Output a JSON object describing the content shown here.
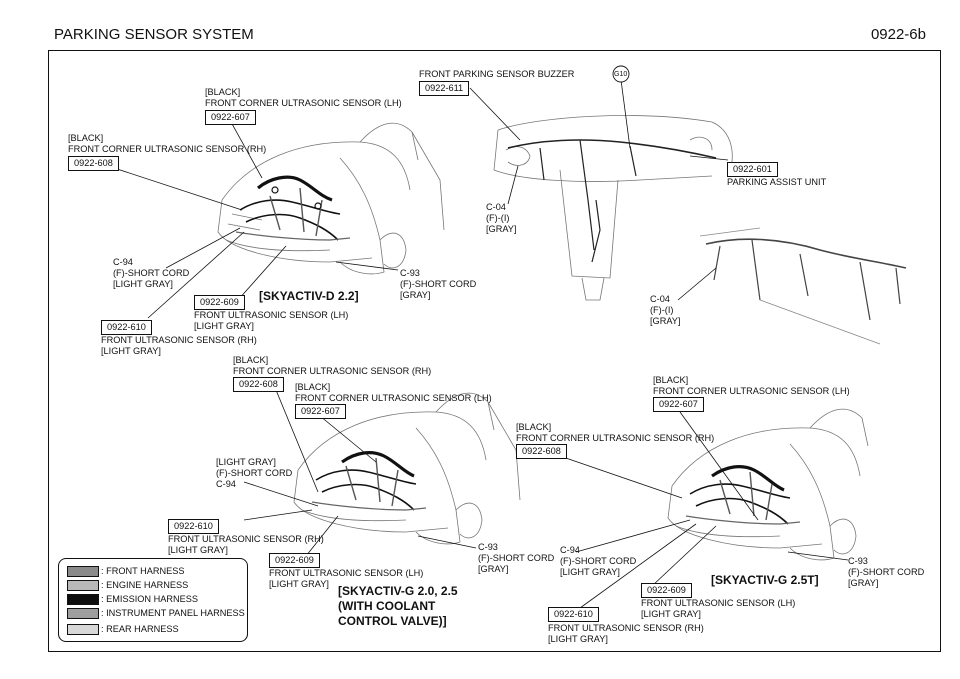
{
  "header": {
    "title": "PARKING SENSOR SYSTEM",
    "page_number": "0922-6b"
  },
  "callouts": {
    "a_607": {
      "lines": [
        "[BLACK]",
        "FRONT CORNER ULTRASONIC SENSOR (LH)"
      ],
      "code": "0922-607"
    },
    "a_608": {
      "lines": [
        "[BLACK]",
        "FRONT CORNER ULTRASONIC SENSOR (RH)"
      ],
      "code": "0922-608"
    },
    "a_c94": {
      "lines": [
        "C-94",
        "(F)-SHORT CORD",
        "[LIGHT GRAY]"
      ]
    },
    "a_609": {
      "code": "0922-609",
      "lines": [
        "FRONT ULTRASONIC SENSOR (LH)",
        "[LIGHT GRAY]"
      ]
    },
    "a_610": {
      "code": "0922-610",
      "lines": [
        "FRONT ULTRASONIC SENSOR (RH)",
        "[LIGHT GRAY]"
      ]
    },
    "a_c93": {
      "lines": [
        "C-93",
        "(F)-SHORT CORD",
        "[GRAY]"
      ]
    },
    "b_611": {
      "lines": [
        "FRONT PARKING SENSOR BUZZER"
      ],
      "code": "0922-611"
    },
    "b_g10": {
      "label": "G10"
    },
    "b_601": {
      "code": "0922-601",
      "lines": [
        "PARKING ASSIST UNIT"
      ]
    },
    "b_c04a": {
      "lines": [
        "C-04",
        "(F)-(I)",
        "[GRAY]"
      ]
    },
    "b_c04b": {
      "lines": [
        "C-04",
        "(F)-(I)",
        "[GRAY]"
      ]
    },
    "c_608": {
      "lines": [
        "[BLACK]",
        "FRONT CORNER ULTRASONIC SENSOR (RH)"
      ],
      "code": "0922-608"
    },
    "c_607": {
      "lines": [
        "[BLACK]",
        "FRONT CORNER ULTRASONIC SENSOR (LH)"
      ],
      "code": "0922-607"
    },
    "c_c94": {
      "lines": [
        "[LIGHT GRAY]",
        "(F)-SHORT CORD",
        "C-94"
      ]
    },
    "c_610": {
      "code": "0922-610",
      "lines": [
        "FRONT ULTRASONIC SENSOR (RH)",
        "[LIGHT GRAY]"
      ]
    },
    "c_609": {
      "code": "0922-609",
      "lines": [
        "FRONT ULTRASONIC SENSOR (LH)",
        "[LIGHT GRAY]"
      ]
    },
    "c_c93": {
      "lines": [
        "C-93",
        "(F)-SHORT CORD",
        "[GRAY]"
      ]
    },
    "d_607": {
      "lines": [
        "[BLACK]",
        "FRONT CORNER ULTRASONIC SENSOR (LH)"
      ],
      "code": "0922-607"
    },
    "d_608": {
      "lines": [
        "[BLACK]",
        "FRONT CORNER ULTRASONIC SENSOR (RH)"
      ],
      "code": "0922-608"
    },
    "d_c94": {
      "lines": [
        "C-94",
        "(F)-SHORT CORD",
        "[LIGHT GRAY]"
      ]
    },
    "d_609": {
      "code": "0922-609",
      "lines": [
        "FRONT ULTRASONIC SENSOR (LH)",
        "[LIGHT GRAY]"
      ]
    },
    "d_610": {
      "code": "0922-610",
      "lines": [
        "FRONT ULTRASONIC SENSOR (RH)",
        "[LIGHT GRAY]"
      ]
    },
    "d_c93": {
      "lines": [
        "C-93",
        "(F)-SHORT CORD",
        "[GRAY]"
      ]
    }
  },
  "variants": {
    "skyactiv_d": {
      "lines": [
        "[SKYACTIV-D 2.2]"
      ]
    },
    "skyactiv_g": {
      "lines": [
        "[SKYACTIV-G 2.0, 2.5",
        "(WITH COOLANT",
        "CONTROL VALVE)]"
      ]
    },
    "skyactiv_gt": {
      "lines": [
        "[SKYACTIV-G 2.5T]"
      ]
    }
  },
  "legend": {
    "items": [
      {
        "label": ": FRONT HARNESS",
        "color": "#8a8a8a"
      },
      {
        "label": ": ENGINE HARNESS",
        "color": "#b8b8b8"
      },
      {
        "label": ": EMISSION HARNESS",
        "color": "#0d0d0d"
      },
      {
        "label": ": INSTRUMENT PANEL HARNESS",
        "color": "#9e9e9e"
      },
      {
        "label": ": REAR HARNESS",
        "color": "#d8d8d8"
      }
    ]
  }
}
